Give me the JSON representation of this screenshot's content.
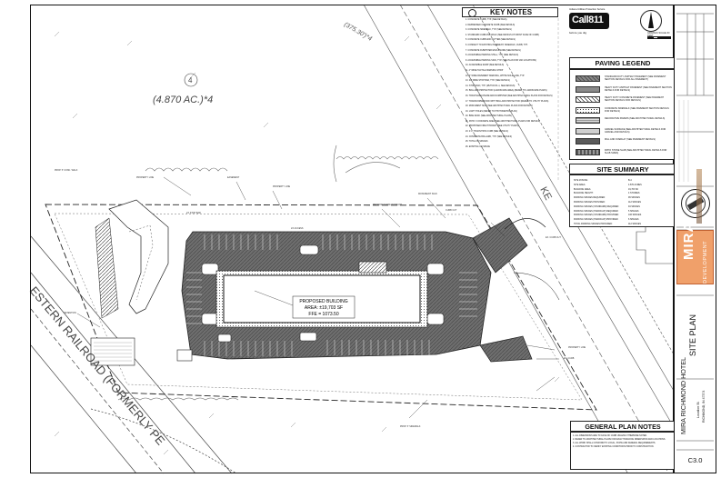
{
  "key_notes": {
    "title": "KEY NOTES",
    "items": [
      "1. CONCRETE CURB, TYP. (SEE DETAILS)",
      "2. DEPRESSED CONCRETE CURB (SEE DETAILS)",
      "3. CONCRETE SIDEWALK, TYP. (SEE DETAILS)",
      "4. STANDARD CURB AND WALK (SEE DETAILS AT FRONT FACE OF CURB)",
      "5. CONCRETE CURB AND GUTTER (SEE DETAILS)",
      "6. CONNECT TO EXISTING PAVEMENT, SIDEWALK, CURB, TYP.",
      "7. CONCRETE DUMPSTER ENCLOSURE (SEE DETAILS)",
      "8. ACCESSIBLE PARKING STALL, TYP. (SEE DETAILS)",
      "9. ACCESSIBLE PARKING SIGN, TYP. (SEE PLAN FOR VAN LOCATIONS)",
      "10. ACCESSIBLE RAMP (SEE DETAILS)",
      "11. 4\" WIDE TACTILE WARNING STRIP",
      "12. 4\" WIDE PAVEMENT MARKING, WHITE SOLID LINE, TYP.",
      "13. 24\" WIDE STOP BAR, TYP. (SEE DETAILS)",
      "14. STOP SIGN, TYP. (MUTCD R1-1, SEE DETAILS)",
      "15. BOLLARD PROTECTION (LANDSCAPE AREA) (REFER TO LANDSCAPE PLANS)",
      "16. TRASH ENCLOSURE AND DUMPSTER (SEE ARCHITECTURAL PLANS FOR DETAILS)",
      "17. TRANSFORMER PAD WITH BOLLARD PROTECTION (REFER TO UTILITY PLANS)",
      "18. MONUMENT SIGN (SEE ARCHITECTURAL PLANS FOR DETAILS)",
      "19. LIGHT POLES (REFER TO PHOTOMETRIC PLAN)",
      "20. BIKE RACK (SEE ARCHITECTURAL PLANS)",
      "21. PATIO / CONCRETE AREA (SEE ARCHITECTURAL PLANS FOR DETAILS)",
      "22. PROPOSED FIRE HYDRANT (SEE UTILITY PLANS)",
      "23. 2'-0\" TRANSITION CURB (SEE DETAILS)",
      "24. CONCRETE BOLLARD, TYP. (SEE DETAILS)",
      "25. TOTAL OF SPACES",
      "26. EXISTING OR SPACE"
    ]
  },
  "callout": {
    "service_label": "Indiana Utilities Protection Service",
    "logo_text": "Call811",
    "sub_text": "before you dig",
    "scale_label": "GRAPHIC SCALE IN FEET"
  },
  "paving_legend": {
    "title": "PAVING LEGEND",
    "items": [
      {
        "pattern": "dark-hatch",
        "text": "STANDARD DUTY ASPHALT PAVEMENT (SEE PAVEMENT SECTION DETAILS FOR ALL PAVEMENT)"
      },
      {
        "pattern": "gray",
        "text": "HEAVY DUTY ASPHALT PAVEMENT (SEE PAVEMENT SECTION DETAILS FOR DETAILS)"
      },
      {
        "pattern": "diagonal",
        "text": "HEAVY DUTY CONCRETE PAVEMENT (SEE PAVEMENT SECTION DETAILS FOR DETAILS)"
      },
      {
        "pattern": "dots",
        "text": "CONCRETE SIDEWALK (SEE PAVEMENT SECTION DETAILS FOR DETAILS)"
      },
      {
        "pattern": "brick",
        "text": "DECORATIVE PAVERS (SEE ARCHITECTURAL DETAILS)"
      },
      {
        "pattern": "light-gray",
        "text": "GRAVEL SURFACE (SEE ARCHITECTURAL DETAILS FOR GRAVEL AND DETAILS)"
      },
      {
        "pattern": "dark-gray",
        "text": "MILL AND OVERLAY (SEE PAVEMENT DETAILS)"
      },
      {
        "pattern": "checker",
        "text": "PATIO STONE SLAB (SEE ARCHITECTURAL DETAILS FOR SLAB SIZES)"
      }
    ]
  },
  "site_summary": {
    "title": "SITE SUMMARY",
    "rows": [
      {
        "label": "SITE ZONING:",
        "value": "B-4"
      },
      {
        "label": "SITE AREA:",
        "value": "4.870 ACRES"
      },
      {
        "label": "BUILDING AREA:",
        "value": "19,703 SF"
      },
      {
        "label": "BUILDING HEIGHT:",
        "value": "4 STORIES"
      },
      {
        "label": "PARKING SPACES REQUIRED:",
        "value": "99 SPACES"
      },
      {
        "label": "PARKING SPACES PROVIDED:",
        "value": "112 SPACES"
      },
      {
        "label": "PARKING SPACES (STANDARD) REQUIRED:",
        "value": "94 SPACES"
      },
      {
        "label": "PARKING SPACES (HANDICAP) REQUIRED:",
        "value": "5 SPACES"
      },
      {
        "label": "PARKING SPACES (STANDARD) PROVIDED:",
        "value": "106 SPACES"
      },
      {
        "label": "PARKING SPACES (HANDICAP) PROVIDED:",
        "value": "6 SPACES"
      },
      {
        "label": "TOTAL PARKING SPACES PROVIDED:",
        "value": "112 SPACES"
      }
    ]
  },
  "general_plan_notes": {
    "title": "GENERAL PLAN NOTES",
    "items": [
      "1. ALL DIMENSIONS ARE TO FACE OF CURB UNLESS OTHERWISE NOTED.",
      "2. REFER TO ARCHITECTURAL PLANS FOR EXACT BUILDING DIMENSIONS AND LOCATIONS.",
      "3. ALL WORK SHALL CONFORM TO LOCAL, STATE AND FEDERAL REQUIREMENTS.",
      "4. CONTRACTOR TO VERIFY EXISTING CONDITIONS PRIOR TO CONSTRUCTION."
    ]
  },
  "plan": {
    "lot_label": "4",
    "lot_area": "(4.870 AC.)*4",
    "building_title": "PROPOSED BUILDING",
    "building_area": "AREA: ±19,703 SF",
    "building_ffe": "FFE = 1073.50",
    "railroad_label": "ESTERN RAILROAD (FORMERLY PE",
    "road_label": "KE",
    "boundary_label": "(375.30')*4"
  },
  "title_block": {
    "brand_big": "MIRA",
    "brand_small": "DEVELOPMENT",
    "sheet_title": "SITE PLAN",
    "project_name": "MIRA RICHMOND HOTEL",
    "project_address_1": "Location St.",
    "project_address_2": "RICHMOND, IN 47374",
    "sheet_number": "C3.0"
  }
}
